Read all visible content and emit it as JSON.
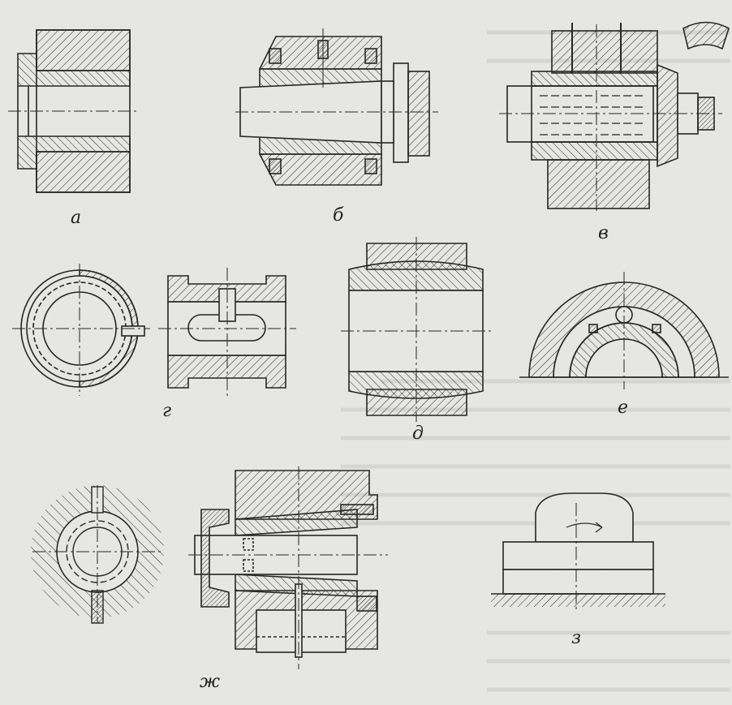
{
  "figure": {
    "labels": {
      "a": "а",
      "b": "б",
      "v": "в",
      "g": "г",
      "d": "д",
      "e": "е",
      "zh": "ж",
      "z": "з"
    },
    "colors": {
      "paper": "#e6e6e4",
      "ink": "#262626",
      "ghost_text": "#cfcfcd"
    }
  }
}
